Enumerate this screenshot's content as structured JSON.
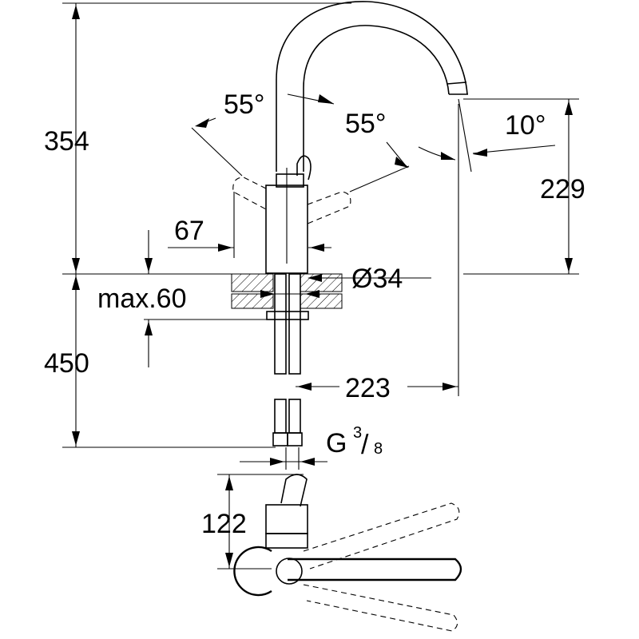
{
  "dimensions": {
    "total_height": "354",
    "spout_outlet_height": "229",
    "handle_offset": "67",
    "hole_diameter": "Ø34",
    "max_counter_thickness": "max.60",
    "hose_length": "450",
    "reach": "223",
    "thread_main": "G",
    "thread_num": "3",
    "thread_den": "8",
    "handle_top_view": "122",
    "swivel_left": "55°",
    "swivel_right": "55°",
    "spout_angle": "10°"
  }
}
